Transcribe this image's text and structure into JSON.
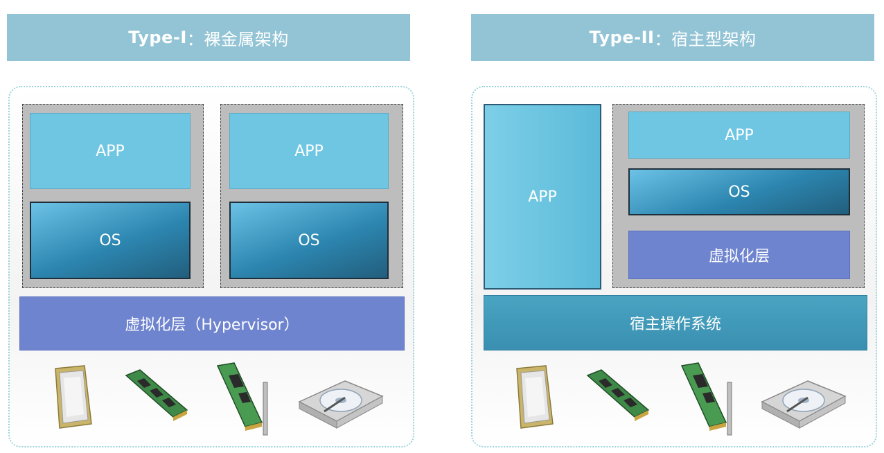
{
  "left": {
    "title_prefix": "Type-I",
    "title_suffix": "：裸金属架构",
    "vm1": {
      "app": "APP",
      "os": "OS"
    },
    "vm2": {
      "app": "APP",
      "os": "OS"
    },
    "hypervisor": "虚拟化层（Hypervisor）"
  },
  "right": {
    "title_prefix": "Type-II",
    "title_suffix": "：宿主型架构",
    "native_app": "APP",
    "vm": {
      "app": "APP",
      "os": "OS",
      "virt": "虚拟化层"
    },
    "host_os": "宿主操作系统"
  },
  "hardware_icons": [
    "cpu-icon",
    "ram-icon",
    "expansion-card-icon",
    "hard-disk-icon"
  ],
  "colors": {
    "title_bar": "#93c4d5",
    "app": "#6ec6e2",
    "os": "#2c86b0",
    "hypervisor": "#6f84cf",
    "host_os": "#3a8fb0"
  }
}
